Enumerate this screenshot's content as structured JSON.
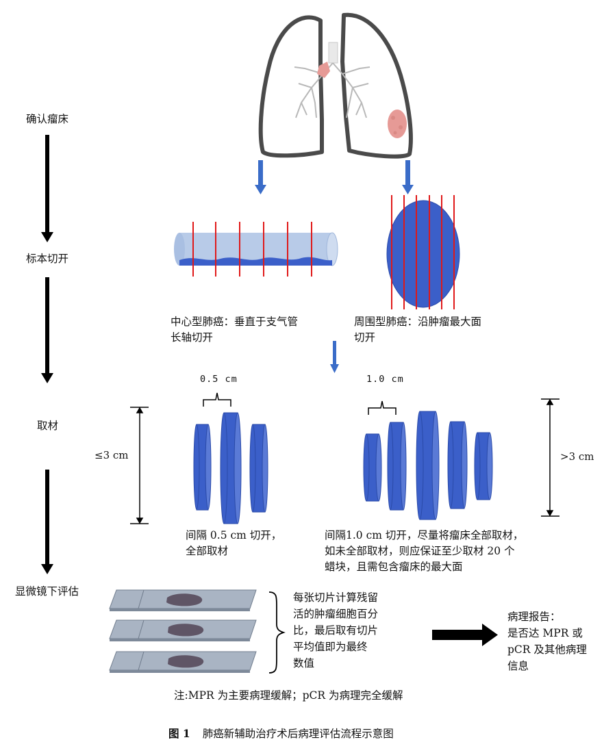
{
  "steps": [
    "确认瘤床",
    "标本切开",
    "取材",
    "显微镜下评估"
  ],
  "cut_labels": {
    "central": "中心型肺癌：垂直于支气管\n长轴切开",
    "peripheral": "周围型肺癌：沿肿瘤最大面\n切开"
  },
  "sampling": {
    "small_interval": "0.5 cm",
    "large_interval": "1.0 cm",
    "small_size": "≤3 cm",
    "large_size": ">3 cm",
    "small_note": "间隔 0.5 cm 切开，\n全部取材",
    "large_note": "间隔1.0 cm 切开，尽量将瘤床全部取材，\n如未全部取材，则应保证至少取材 20 个\n蜡块，且需包含瘤床的最大面"
  },
  "evaluation_note": "每张切片计算残留\n活的肿瘤细胞百分\n比，最后取有切片\n平均值即为最终\n数值",
  "report": "病理报告：\n是否达 MPR 或\npCR 及其他病理\n信息",
  "footnote": "注:MPR 为主要病理缓解；pCR 为病理完全缓解",
  "caption": {
    "label": "图 1",
    "text": "肺癌新辅助治疗术后病理评估流程示意图"
  },
  "colors": {
    "arrow_black": "#000000",
    "arrow_blue": "#3a6cc8",
    "disc_blue": "#3b5fc9",
    "tube_fill": "#b8cbe8",
    "cut_red": "#e01818",
    "tumor_pink": "#e69a96",
    "slide_gray": "#a9b4c3"
  }
}
